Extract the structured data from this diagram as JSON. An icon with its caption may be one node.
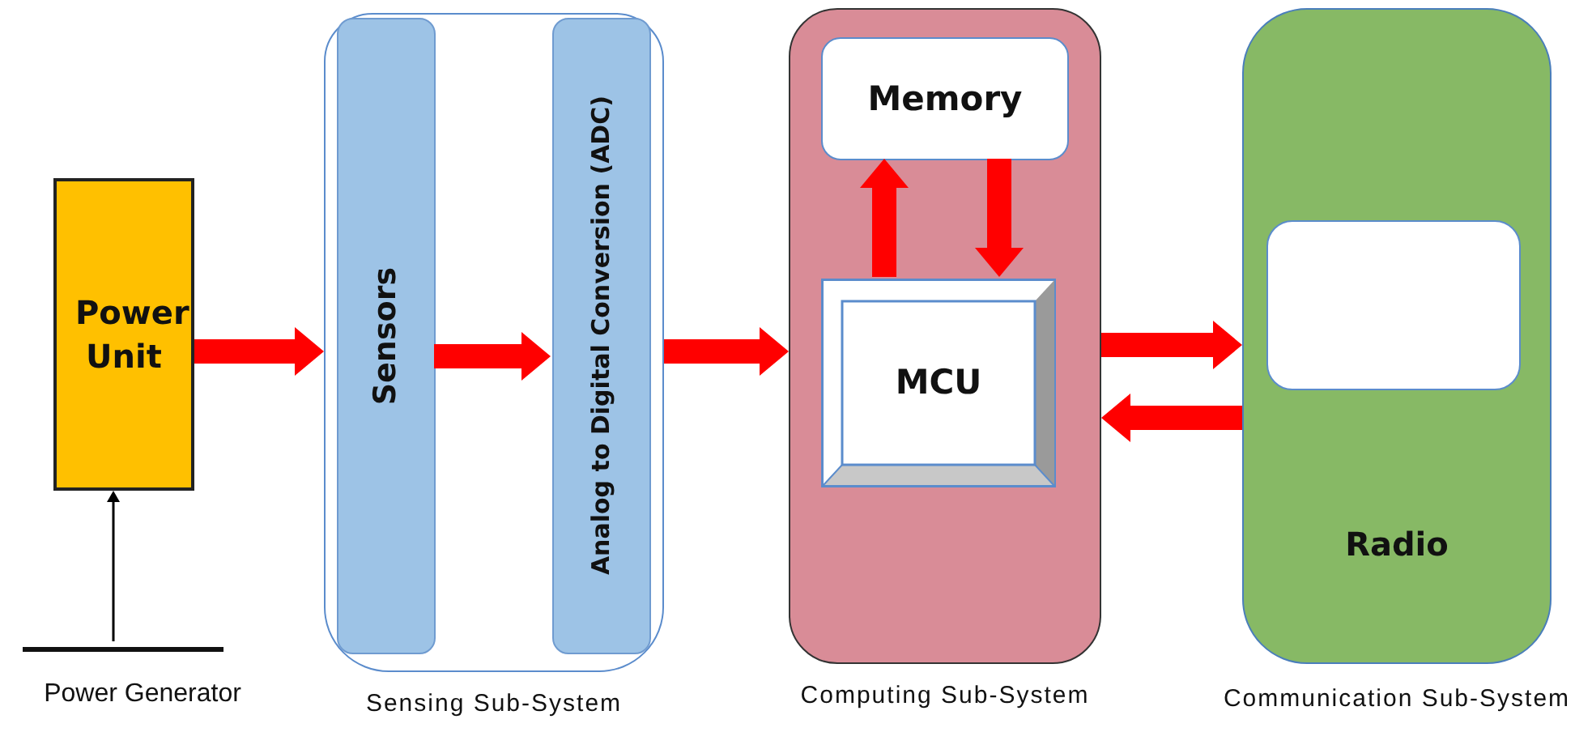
{
  "diagram": {
    "nodes": [
      {
        "text": [
          "Power Unit"
        ]
      },
      {
        "text": [
          "Sensing Sub-System"
        ]
      },
      {
        "text": [
          "Sensors"
        ],
        "in": 1
      },
      {
        "text": [
          "Analog to Digital Conversion (ADC)"
        ],
        "in": 1
      },
      {
        "text": [
          "Computing Sub-System"
        ]
      },
      {
        "text": [
          "Memory"
        ],
        "in": 4
      },
      {
        "text": [
          "MCU"
        ],
        "in": 4
      },
      {
        "text": [
          "Radio",
          "Communication Sub-System"
        ]
      },
      {
        "text": [],
        "shape": "box",
        "in": 7
      },
      {
        "text": [
          "Power Generator"
        ]
      }
    ],
    "edges": [
      {
        "from": 0,
        "to": 1,
        "arrow": "to"
      },
      {
        "from": 2,
        "to": 3,
        "arrow": "to"
      },
      {
        "from": 1,
        "to": 4,
        "arrow": "to"
      },
      {
        "from": 6,
        "to": 5,
        "arrow": "to"
      },
      {
        "from": 5,
        "to": 6,
        "arrow": "to"
      },
      {
        "from": 4,
        "to": 7,
        "arrow": "to"
      },
      {
        "from": 7,
        "to": 4,
        "arrow": "to"
      },
      {
        "from": 9,
        "to": 0,
        "arrow": "to",
        "color": "#000000"
      }
    ]
  }
}
